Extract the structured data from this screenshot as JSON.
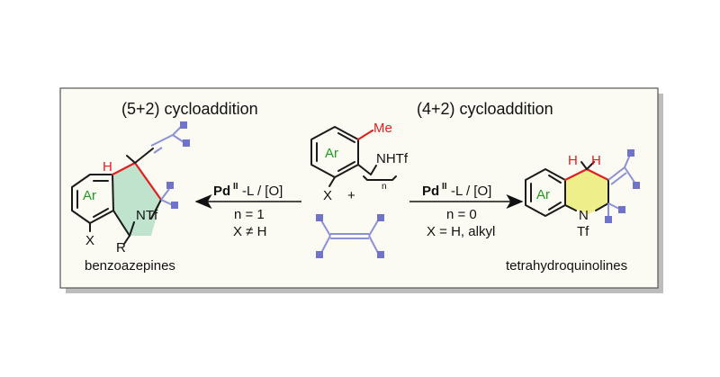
{
  "title_left": "(5+2)  cycloaddition",
  "title_right": "(4+2)  cycloaddition",
  "left_product": {
    "caption": "benzoazepines",
    "ring_label": "Ar",
    "nitrogen_label": "NTf",
    "h_label": "H",
    "x_label": "X",
    "r_label": "R"
  },
  "right_product": {
    "caption": "tetrahydroquinolines",
    "ring_label": "Ar",
    "h_label_1": "H",
    "h_label_2": "H",
    "n_label": "N",
    "tf_label": "Tf"
  },
  "reactant": {
    "ring_label": "Ar",
    "methyl_label": "Me",
    "amide_label": "NHTf",
    "chain_label": "n",
    "x_label": "X",
    "plus": "+"
  },
  "left_arrow": {
    "catalyst_main": "Pd",
    "catalyst_sup": "II",
    "catalyst_rest": "-L / [O]",
    "cond1": "n = 1",
    "cond2": "X ≠ H"
  },
  "right_arrow": {
    "catalyst_main": "Pd",
    "catalyst_sup": "II",
    "catalyst_rest": "-L / [O]",
    "cond1": "n = 0",
    "cond2": "X = H, alkyl"
  },
  "colors": {
    "frame_fill": "#fbfbf3",
    "left_ring_fill": "#bfe3cc",
    "right_ring_fill": "#eeee8a",
    "ar_text": "#1f9a1f",
    "methyl": "#e02020",
    "substituent": "#6f73c9"
  }
}
